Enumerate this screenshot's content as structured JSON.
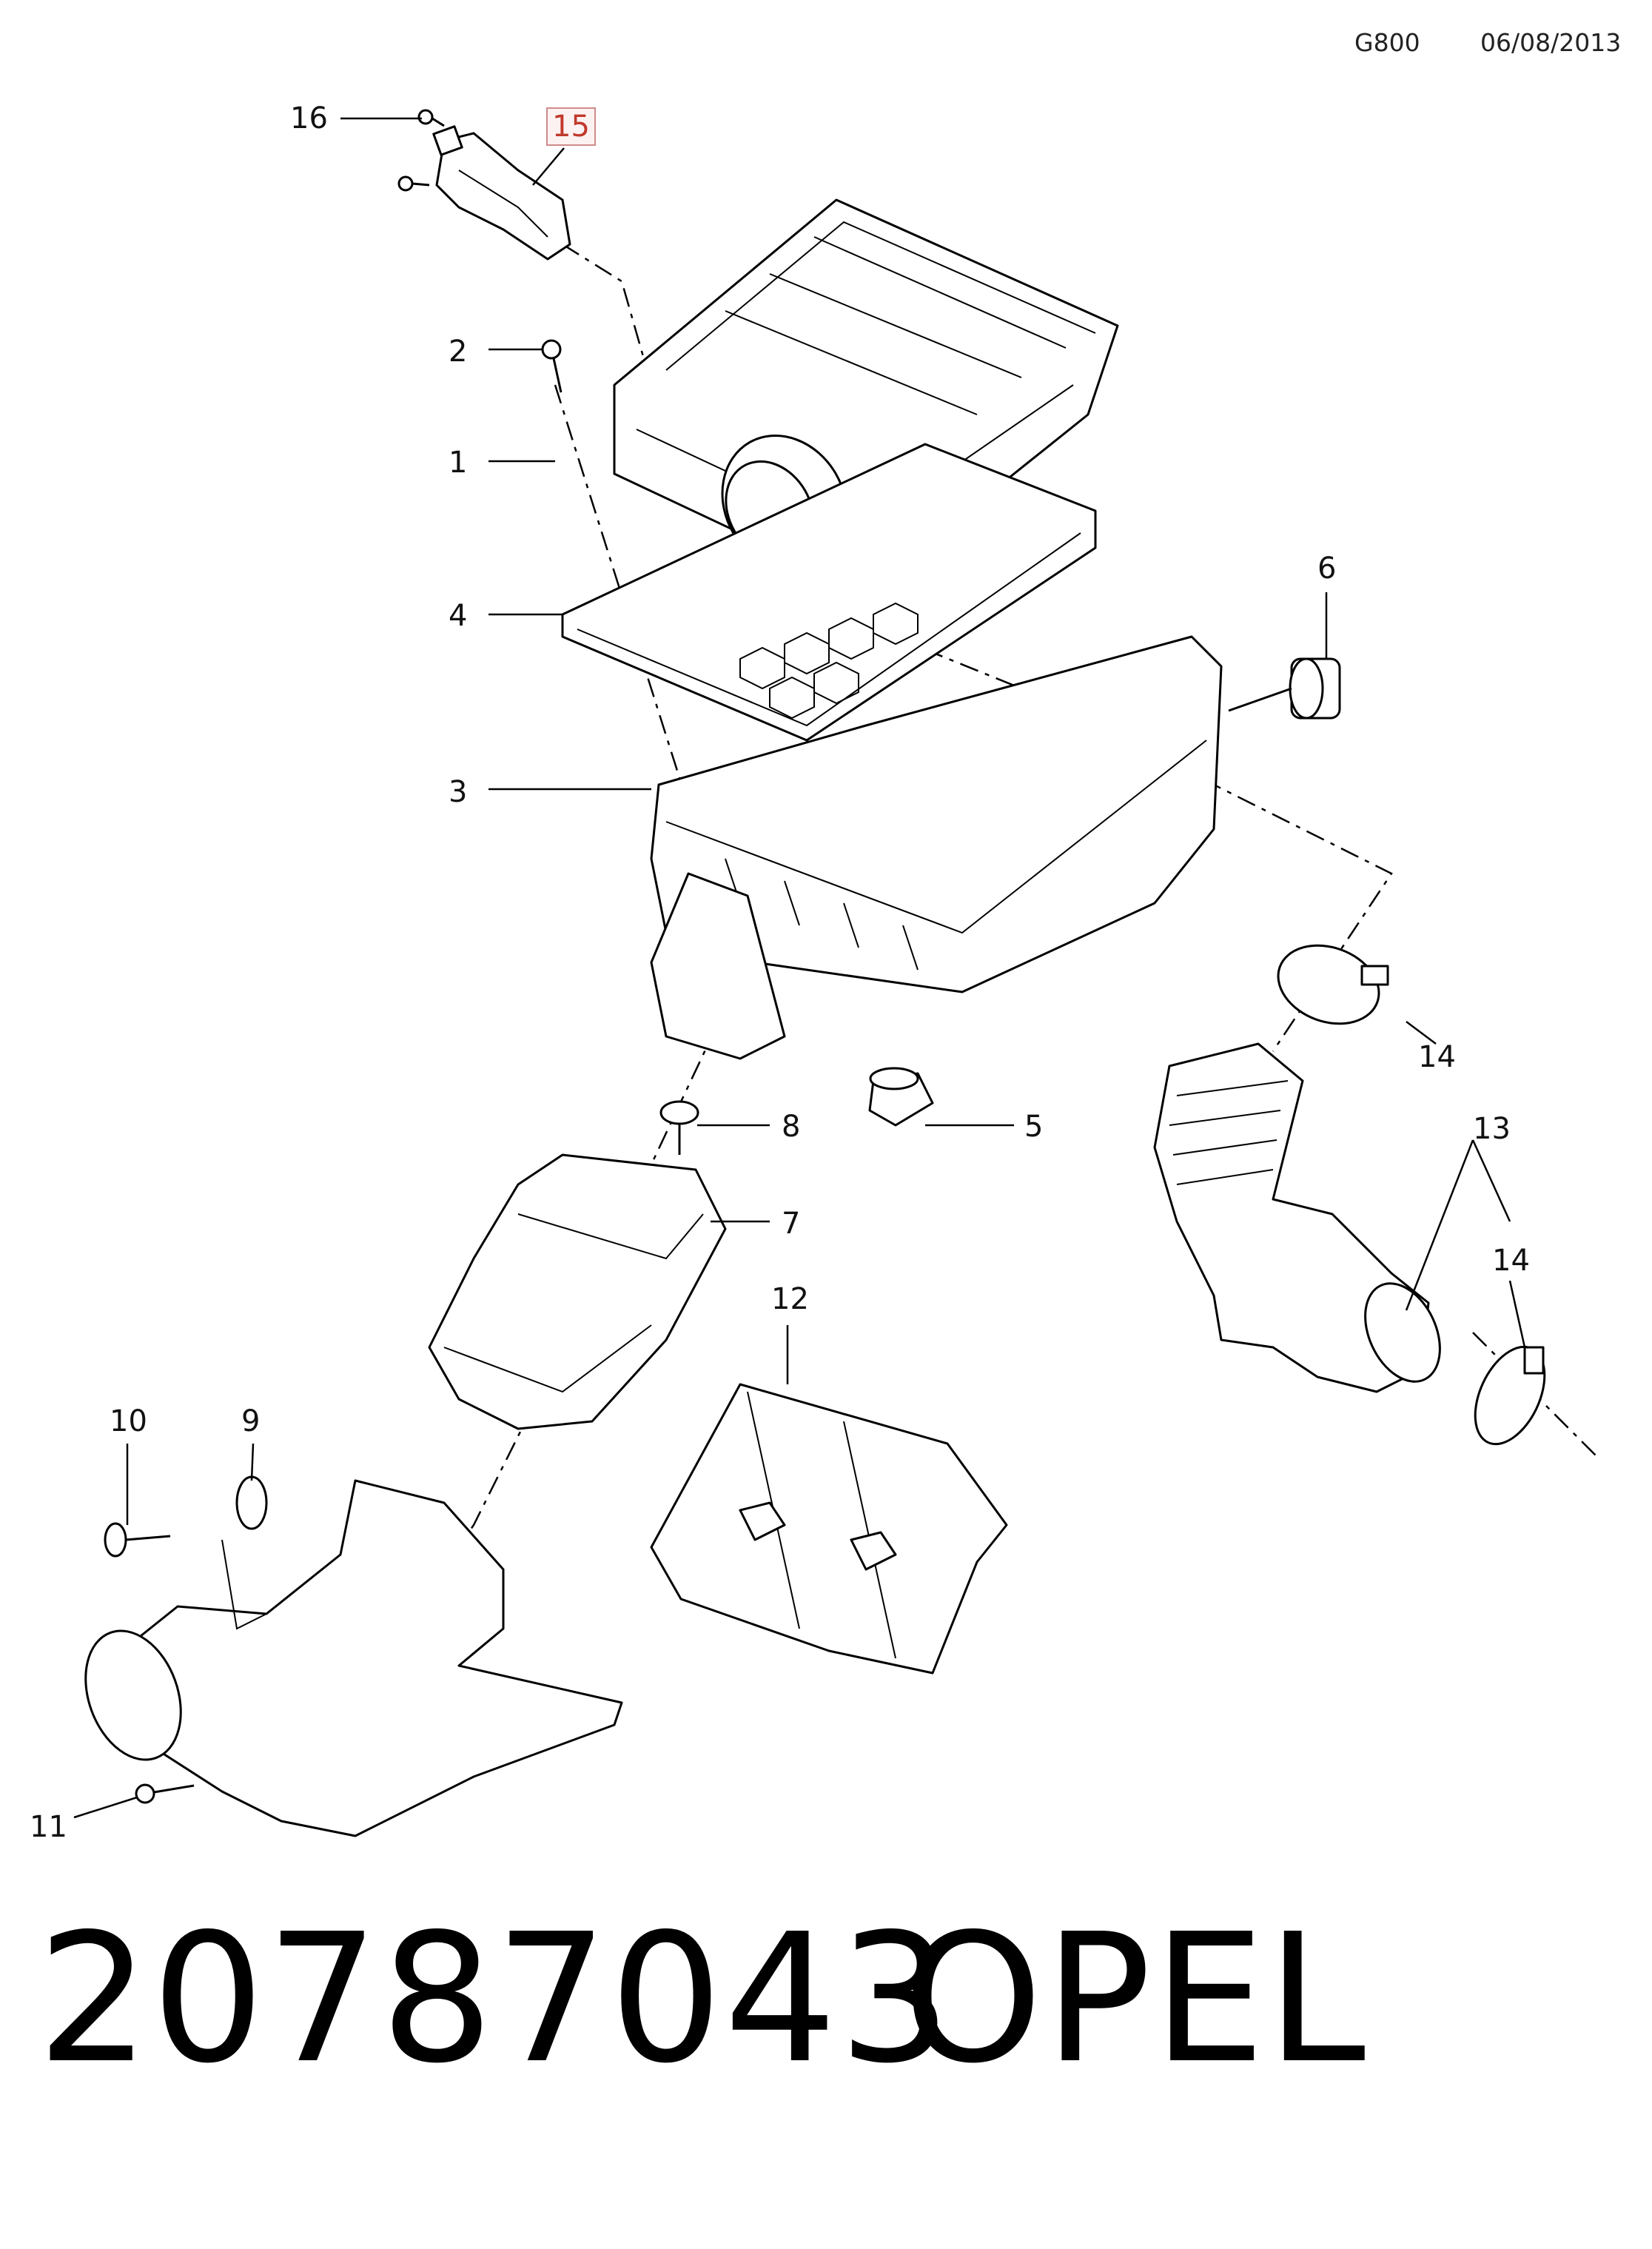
{
  "header": {
    "code": "G800",
    "date": "06/08/2013"
  },
  "callouts": [
    {
      "id": "16",
      "label": "16",
      "highlighted": false
    },
    {
      "id": "15",
      "label": "15",
      "highlighted": true
    },
    {
      "id": "2",
      "label": "2",
      "highlighted": false
    },
    {
      "id": "1",
      "label": "1",
      "highlighted": false
    },
    {
      "id": "4",
      "label": "4",
      "highlighted": false
    },
    {
      "id": "6",
      "label": "6",
      "highlighted": false
    },
    {
      "id": "3",
      "label": "3",
      "highlighted": false
    },
    {
      "id": "14a",
      "label": "14",
      "highlighted": false
    },
    {
      "id": "13",
      "label": "13",
      "highlighted": false
    },
    {
      "id": "14b",
      "label": "14",
      "highlighted": false
    },
    {
      "id": "8",
      "label": "8",
      "highlighted": false
    },
    {
      "id": "5",
      "label": "5",
      "highlighted": false
    },
    {
      "id": "7",
      "label": "7",
      "highlighted": false
    },
    {
      "id": "12",
      "label": "12",
      "highlighted": false
    },
    {
      "id": "10",
      "label": "10",
      "highlighted": false
    },
    {
      "id": "9",
      "label": "9",
      "highlighted": false
    },
    {
      "id": "11",
      "label": "11",
      "highlighted": false
    }
  ],
  "footer": {
    "part_number": "20787043",
    "brand": "OPEL"
  },
  "colors": {
    "line": "#000000",
    "highlight_text": "#c0392b",
    "highlight_border": "#d08a8a"
  }
}
